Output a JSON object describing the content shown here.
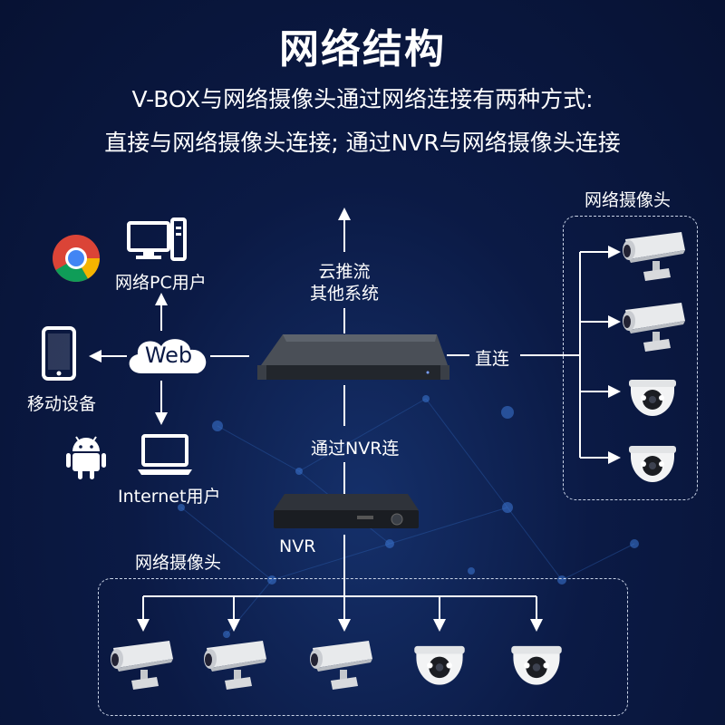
{
  "title": "网络结构",
  "subtitle_line1": "V-BOX与网络摄像头通过网络连接有两种方式:",
  "subtitle_line2": "直接与网络摄像头连接; 通过NVR与网络摄像头连接",
  "cloud": {
    "line1": "云推流",
    "line2": "其他系统"
  },
  "web_label": "Web",
  "pc_user": "网络PC用户",
  "mobile_device": "移动设备",
  "internet_user": "Internet用户",
  "direct_label": "直连",
  "via_nvr_label": "通过NVR连",
  "nvr_label": "NVR",
  "camera_group_right": "网络摄像头",
  "camera_group_bottom": "网络摄像头",
  "colors": {
    "background": "#0b1a45",
    "line": "#ffffff",
    "dash": "#c9d3e6"
  },
  "icons": [
    "chrome-icon",
    "pc-monitor-icon",
    "smartphone-icon",
    "android-icon",
    "laptop-icon",
    "cloud-icon",
    "vbox-device-icon",
    "nvr-device-icon",
    "bullet-camera-icon",
    "dome-camera-icon"
  ]
}
